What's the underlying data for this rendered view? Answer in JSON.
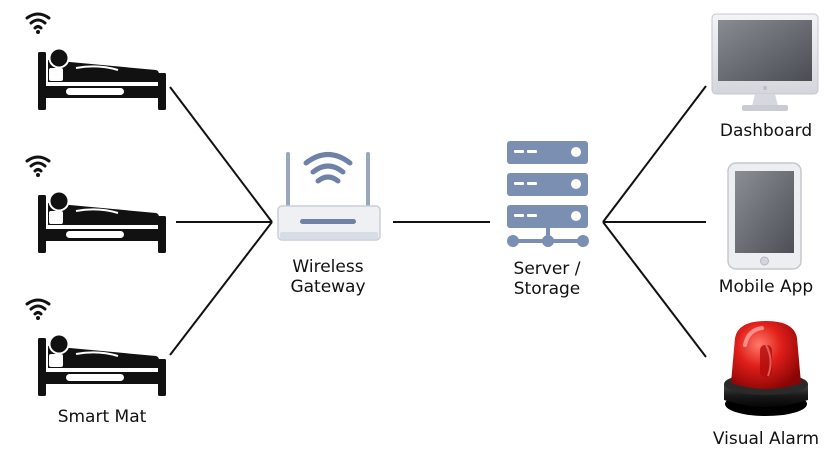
{
  "diagram": {
    "nodes": {
      "smart_mat": {
        "label": "Smart Mat",
        "count": 3
      },
      "gateway": {
        "label_line1": "Wireless",
        "label_line2": "Gateway"
      },
      "server": {
        "label_line1": "Server /",
        "label_line2": "Storage"
      },
      "dashboard": {
        "label": "Dashboard"
      },
      "mobile_app": {
        "label": "Mobile App"
      },
      "visual_alarm": {
        "label": "Visual Alarm"
      }
    },
    "edges": [
      [
        "smart_mat_1",
        "gateway"
      ],
      [
        "smart_mat_2",
        "gateway"
      ],
      [
        "smart_mat_3",
        "gateway"
      ],
      [
        "gateway",
        "server"
      ],
      [
        "server",
        "dashboard"
      ],
      [
        "server",
        "mobile_app"
      ],
      [
        "server",
        "visual_alarm"
      ]
    ],
    "colors": {
      "line": "#111111",
      "bed_icon": "#111111",
      "router_blue": "#6d82a6",
      "server_blue": "#7b8fb3",
      "monitor_frame": "#dde0e6",
      "alarm_red": "#d61a1a"
    },
    "icons": [
      "wifi-icon",
      "bed-icon",
      "router-icon",
      "server-icon",
      "monitor-icon",
      "tablet-icon",
      "alarm-icon"
    ]
  }
}
